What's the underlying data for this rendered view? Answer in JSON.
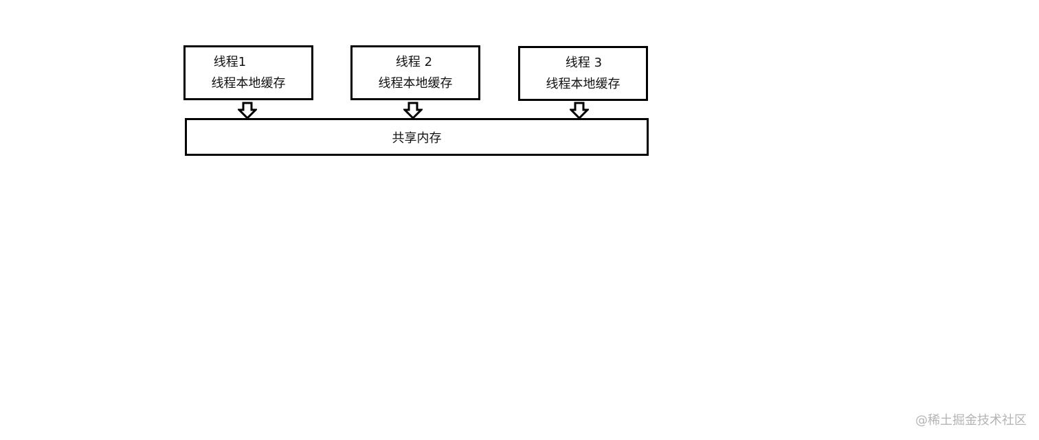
{
  "threads": [
    {
      "title": "线程1",
      "cache": "线程本地缓存"
    },
    {
      "title": "线程 2",
      "cache": "线程本地缓存"
    },
    {
      "title": "线程 3",
      "cache": "线程本地缓存"
    }
  ],
  "shared_memory": {
    "label": "共享内存"
  },
  "arrows": {
    "icon": "down-arrow-icon",
    "color": "#000000"
  },
  "watermark": {
    "text": "@稀土掘金技术社区"
  }
}
